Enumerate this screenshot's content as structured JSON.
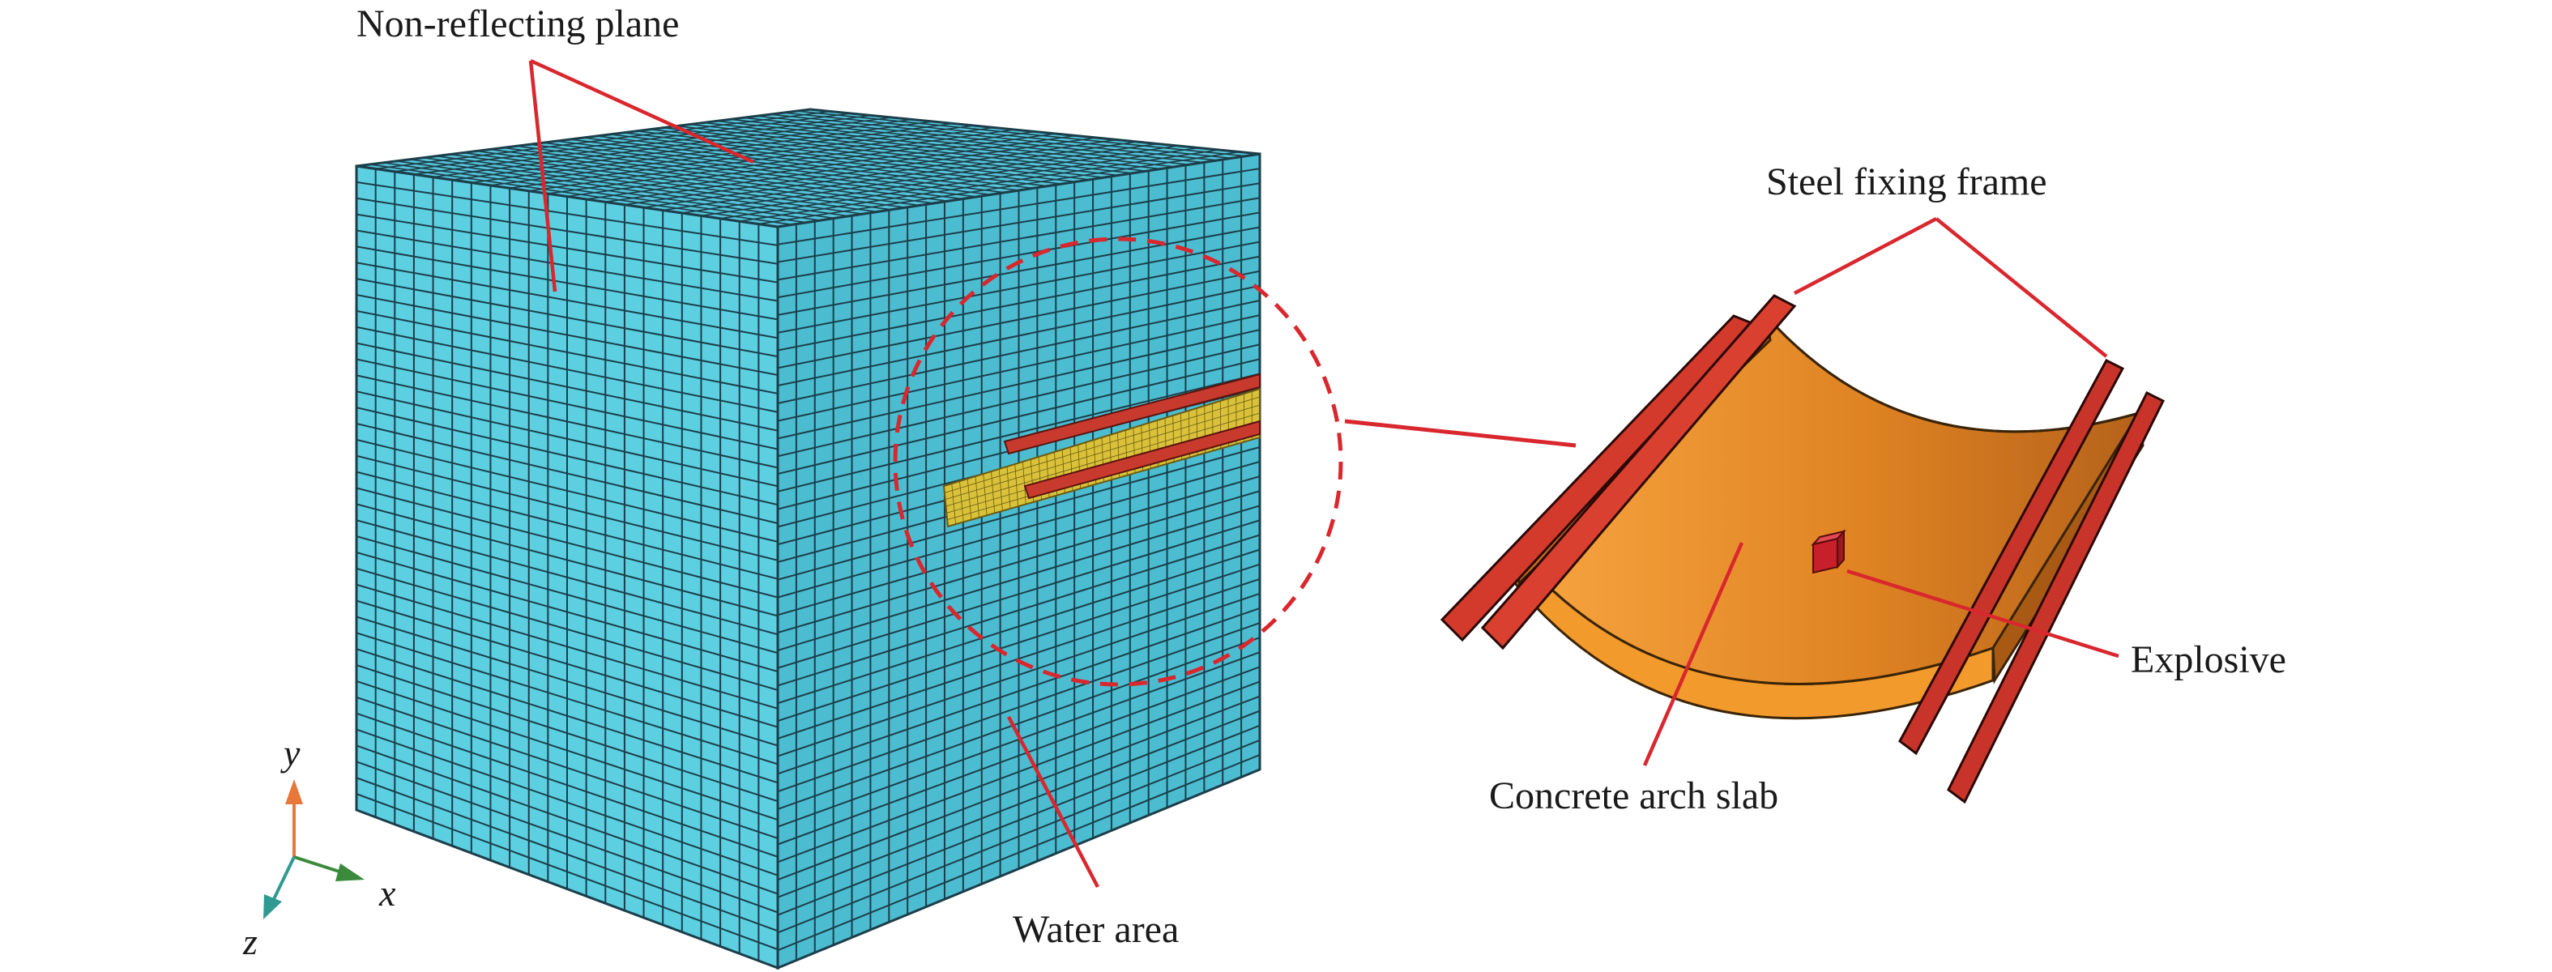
{
  "labels": {
    "non_reflecting_plane": "Non-reflecting plane",
    "steel_fixing_frame": "Steel fixing frame",
    "explosive": "Explosive",
    "concrete_arch_slab": "Concrete arch slab",
    "water_area": "Water area"
  },
  "axes": {
    "x": "x",
    "y": "y",
    "z": "z"
  },
  "colors": {
    "water_face_front": "#5ccfe1",
    "water_face_side": "#4cbcd0",
    "water_face_top": "#58c4d8",
    "mesh_lines": "#1b3e4a",
    "steel_frame": "#d33a2c",
    "concrete": "#e88a25",
    "explosive": "#c8202a",
    "leader_line": "#d9272e",
    "axis_y": "#e8773a",
    "axis_x": "#3b8a3b",
    "axis_z": "#2f9a92"
  }
}
